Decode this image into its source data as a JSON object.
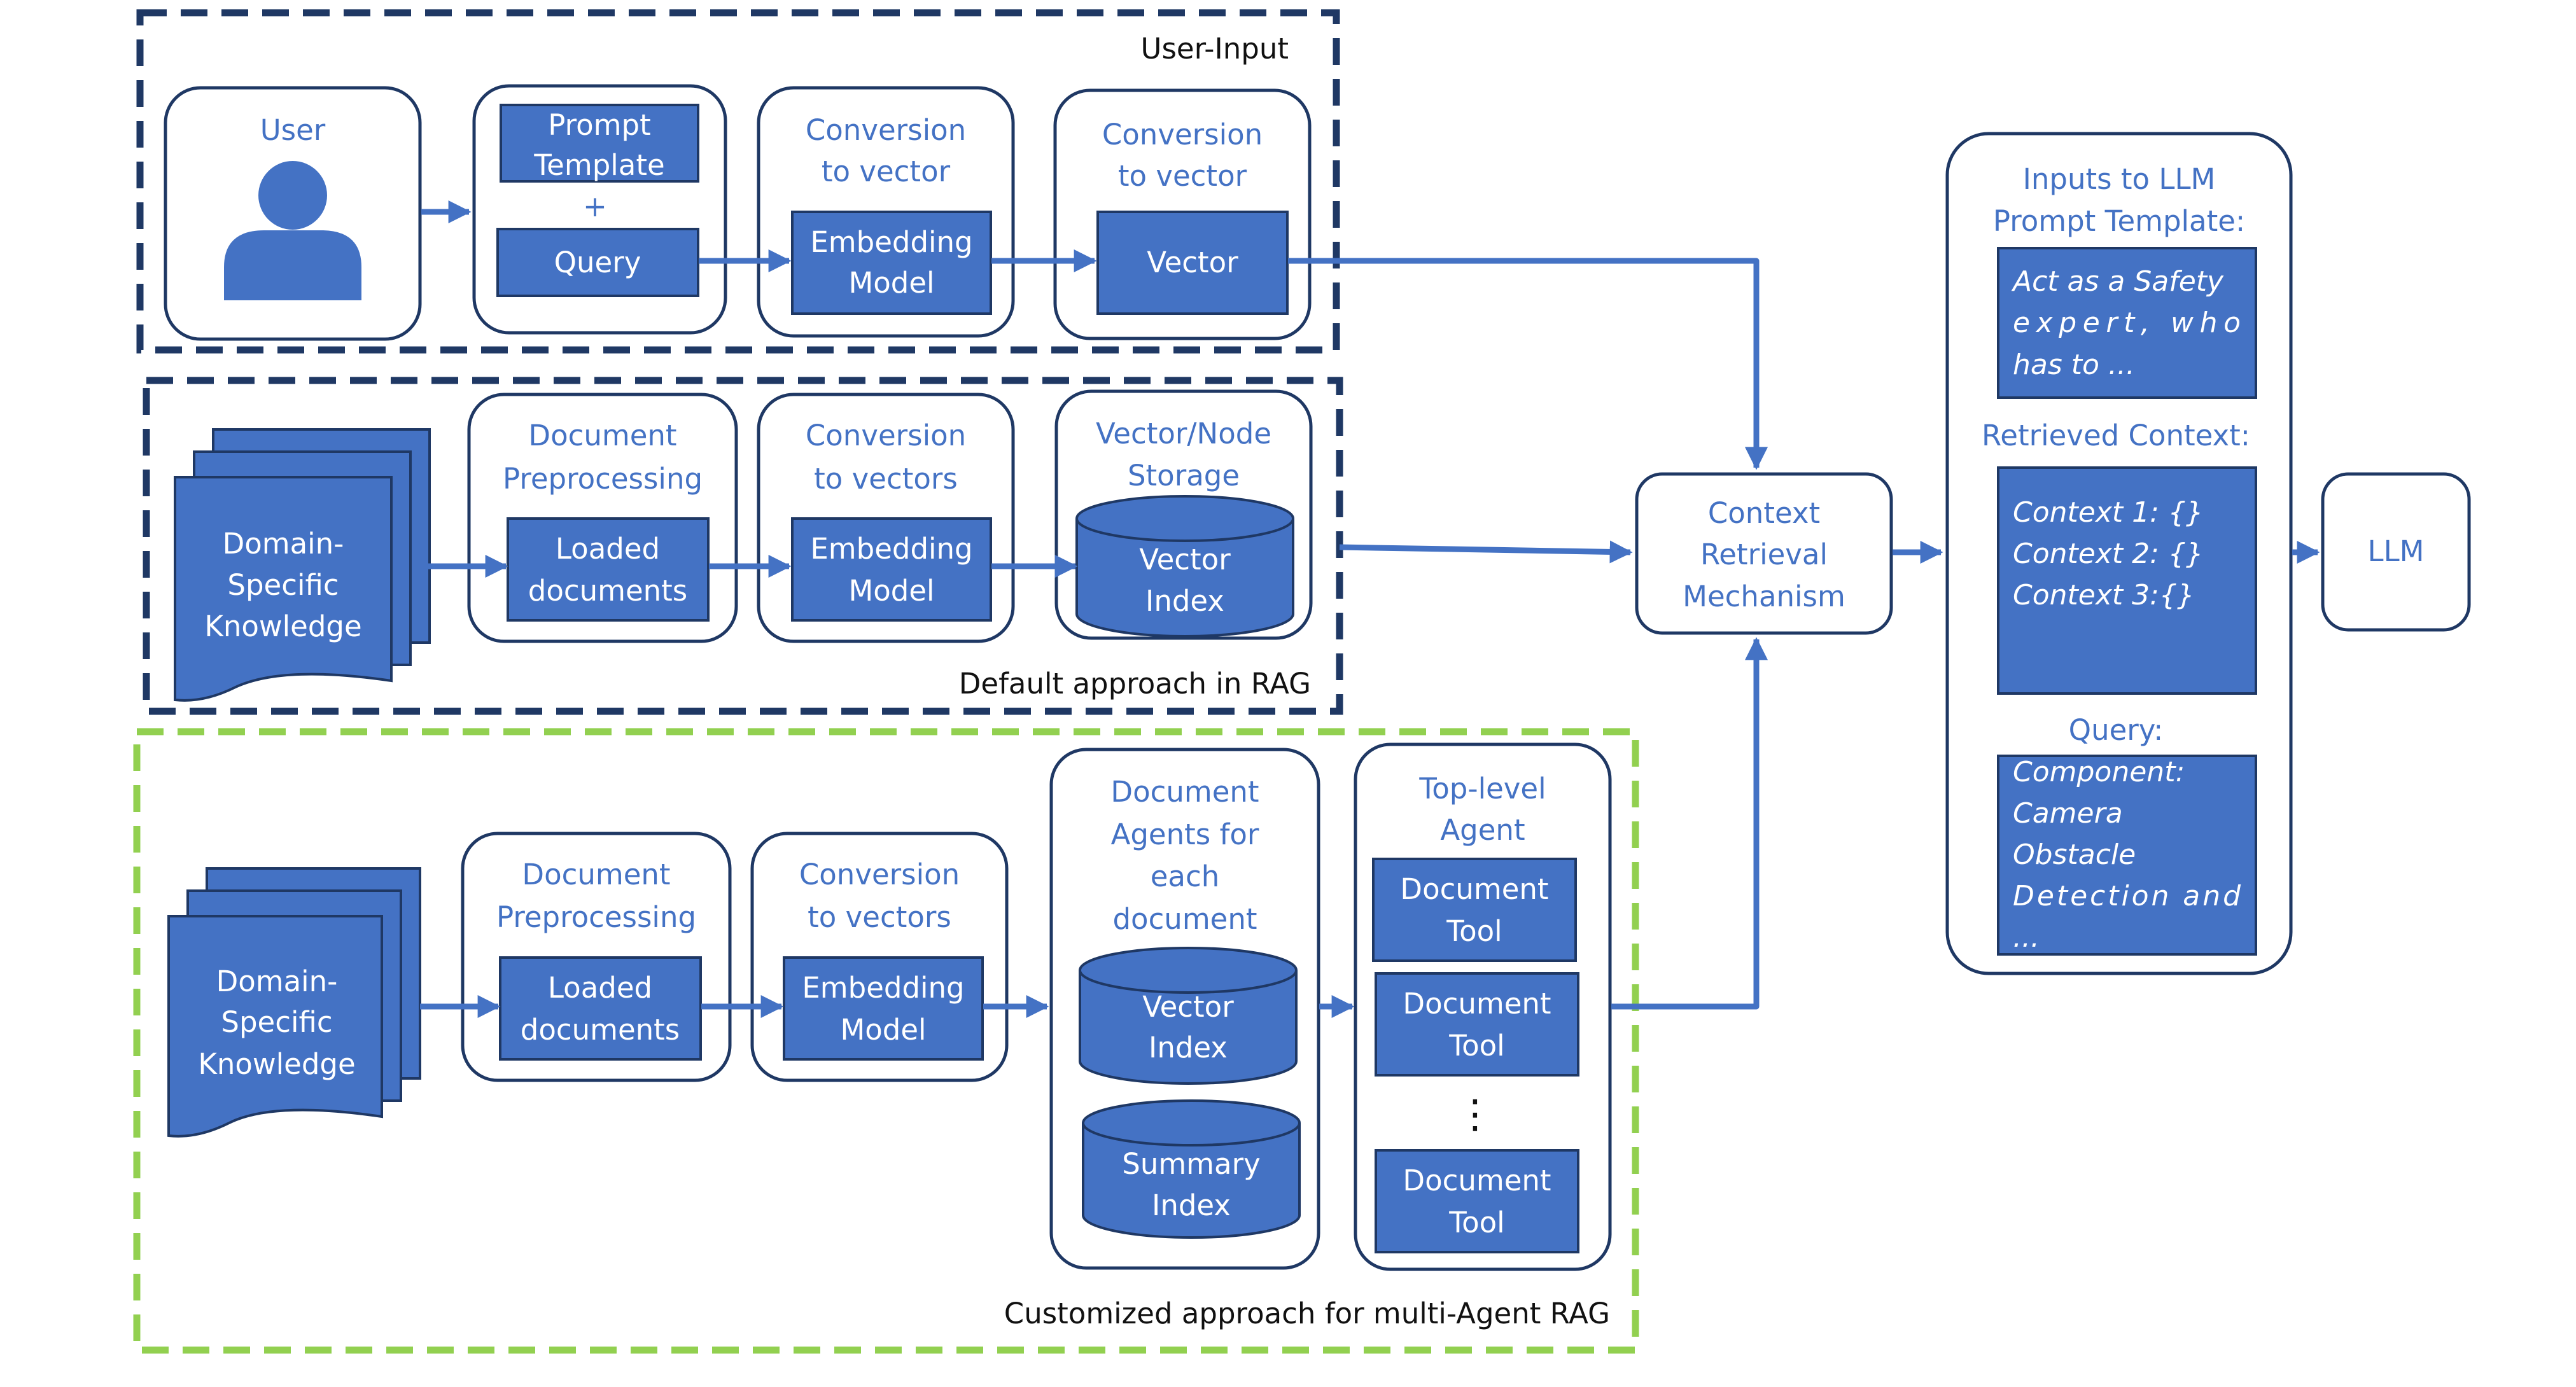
{
  "groups": {
    "user_input": "User-Input",
    "default_rag": "Default approach in RAG",
    "multi_agent": "Customized approach for multi-Agent RAG"
  },
  "user": {
    "label": "User",
    "icon": "user-icon"
  },
  "prompt_box": {
    "template": [
      "Prompt",
      "Template"
    ],
    "plus": "+",
    "query": "Query"
  },
  "conv1": {
    "title": [
      "Conversion",
      "to vector"
    ],
    "model": [
      "Embedding",
      "Model"
    ]
  },
  "conv2": {
    "title": [
      "Conversion",
      "to vector"
    ],
    "vector": "Vector"
  },
  "knowledge": [
    "Domain-",
    "Specific",
    "Knowledge"
  ],
  "preprocessing": {
    "title": [
      "Document",
      "Preprocessing"
    ],
    "loaded": [
      "Loaded",
      "documents"
    ]
  },
  "conv_vectors": {
    "title": [
      "Conversion",
      "to vectors"
    ],
    "model": [
      "Embedding",
      "Model"
    ]
  },
  "storage": {
    "title": [
      "Vector/Node",
      "Storage"
    ],
    "index": [
      "Vector",
      "Index"
    ]
  },
  "agents": {
    "title": [
      "Document",
      "Agents for",
      "each",
      "document"
    ],
    "vector_index": [
      "Vector",
      "Index"
    ],
    "summary_index": [
      "Summary",
      "Index"
    ]
  },
  "top_agent": {
    "title": [
      "Top-level",
      "Agent"
    ],
    "tool": [
      "Document",
      "Tool"
    ],
    "ellipsis": "⋮"
  },
  "context_retrieval": [
    "Context",
    "Retrieval",
    "Mechanism"
  ],
  "llm_inputs": {
    "title": [
      "Inputs to LLM",
      "Prompt Template:"
    ],
    "prompt_text": [
      "Act as a Safety",
      "expert, who",
      "has to ..."
    ],
    "retrieved_label": "Retrieved Context:",
    "contexts": [
      "Context 1: {}",
      "Context 2: {}",
      "Context 3:{}"
    ],
    "query_label": "Query:",
    "query_text": [
      "Component:",
      "Camera",
      "Obstacle",
      "Detection and",
      "..."
    ]
  },
  "llm": "LLM",
  "colors": {
    "blue": "#4472C4",
    "navy": "#1F3864",
    "green": "#92D050",
    "box_border": "#1F3864"
  }
}
